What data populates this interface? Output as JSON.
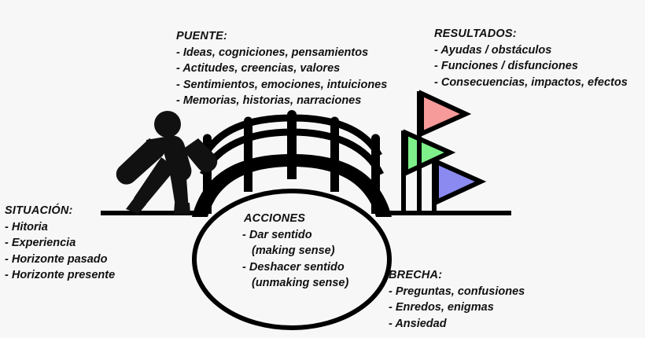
{
  "diagram": {
    "background_color": "#f7f7f7",
    "ink_color": "#111111",
    "title_style": "italic-bold"
  },
  "labels": {
    "puente": {
      "heading": "PUENTE:",
      "items": [
        "- Ideas, cogniciones, pensamientos",
        "- Actitudes, creencias, valores",
        "- Sentimientos, emociones, intuiciones",
        "- Memorias, historias, narraciones"
      ]
    },
    "resultados": {
      "heading": "RESULTADOS:",
      "items": [
        "- Ayudas / obstáculos",
        "- Funciones / disfunciones",
        "- Consecuencias, impactos, efectos"
      ]
    },
    "situacion": {
      "heading": "SITUACIÓN:",
      "items": [
        "- Hitoria",
        "- Experiencia",
        "- Horizonte pasado",
        "- Horizonte presente"
      ]
    },
    "acciones": {
      "heading": "ACCIONES",
      "items": [
        "- Dar sentido",
        "(making sense)",
        "- Deshacer sentido",
        "(unmaking sense)"
      ]
    },
    "brecha": {
      "heading": "BRECHA:",
      "items": [
        "- Preguntas, confusiones",
        "- Enredos, enigmas",
        "- Ansiedad"
      ]
    }
  },
  "art": {
    "walker": {
      "name": "walking-person-silhouette",
      "color": "#111111"
    },
    "bridge": {
      "name": "arched-bridge",
      "color": "#000000",
      "posts": 5,
      "rails": 2
    },
    "gap": {
      "name": "gap-circle",
      "stroke": "#000000",
      "fill": "#f7f7f7"
    },
    "ground": {
      "name": "ground-line",
      "color": "#000000"
    },
    "flags": [
      {
        "name": "flag-green",
        "color": "#7df08a",
        "outline": "#000000",
        "pole_height_rank": 2
      },
      {
        "name": "flag-red",
        "color": "#f79a9a",
        "outline": "#000000",
        "pole_height_rank": 1
      },
      {
        "name": "flag-blue",
        "color": "#8a8af0",
        "outline": "#000000",
        "pole_height_rank": 3
      }
    ]
  }
}
